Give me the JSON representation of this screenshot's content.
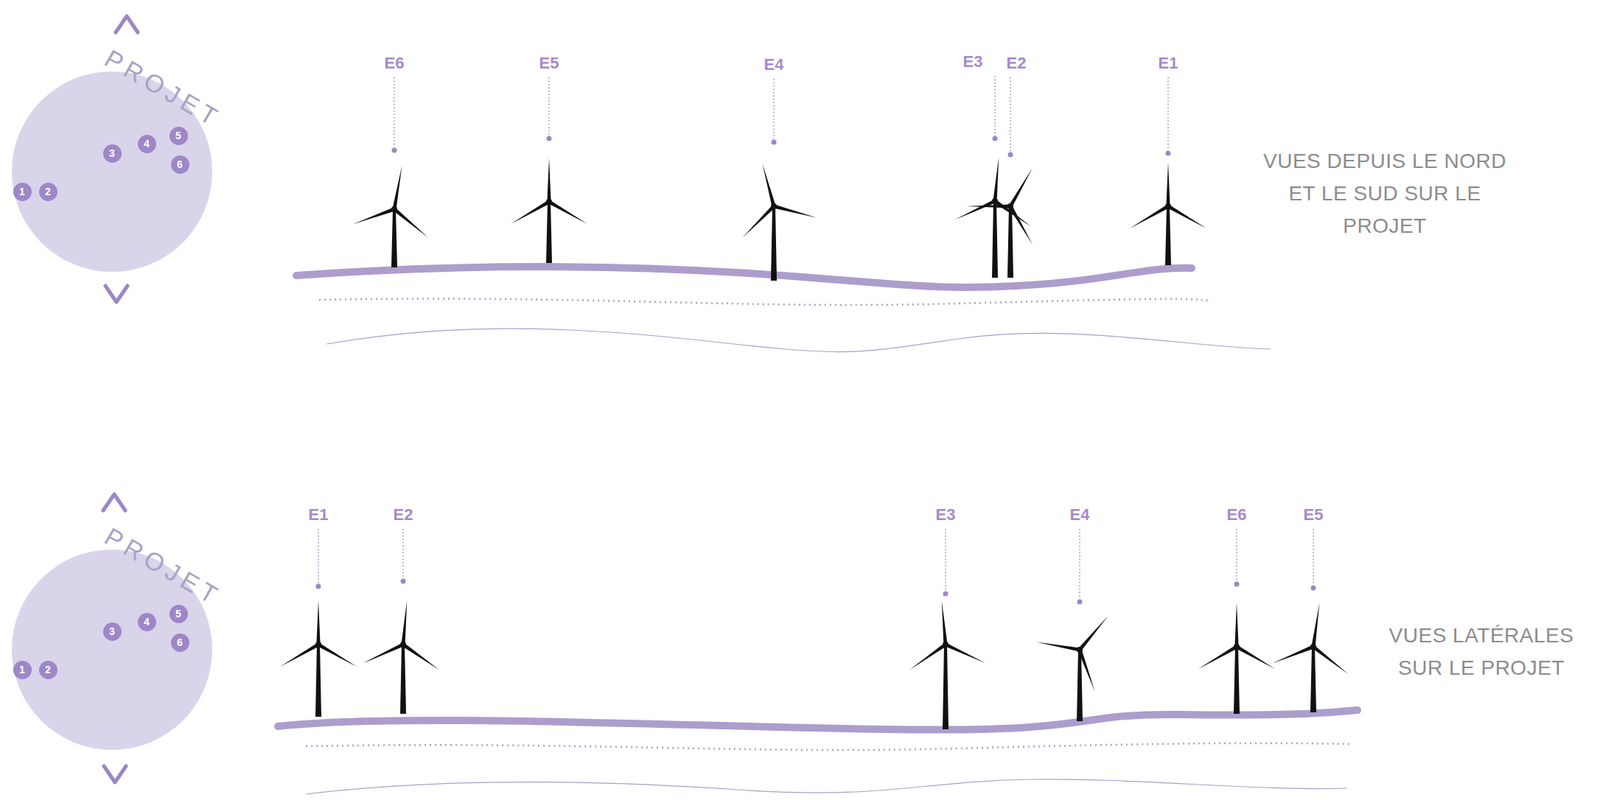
{
  "diagram": {
    "nodes": [
      {
        "text": [
          "PROJET"
        ]
      },
      {
        "text": [
          "1"
        ],
        "in": 0
      },
      {
        "text": [
          "2"
        ],
        "in": 0
      },
      {
        "text": [
          "3"
        ],
        "in": 0
      },
      {
        "text": [
          "4"
        ],
        "in": 0
      },
      {
        "text": [
          "5"
        ],
        "in": 0
      },
      {
        "text": [
          "6"
        ],
        "in": 0
      },
      {
        "text": [
          "PROJET"
        ]
      },
      {
        "text": [
          "1"
        ],
        "in": 7
      },
      {
        "text": [
          "2"
        ],
        "in": 7
      },
      {
        "text": [
          "3"
        ],
        "in": 7
      },
      {
        "text": [
          "4"
        ],
        "in": 7
      },
      {
        "text": [
          "5"
        ],
        "in": 7
      },
      {
        "text": [
          "6"
        ],
        "in": 7
      }
    ],
    "labels": [
      "E6",
      "E5",
      "E4",
      "E3",
      "E2",
      "E1",
      "VUES DEPUIS LE NORD ET LE SUD SUR LE PROJET",
      "E1",
      "E2",
      "E3",
      "E4",
      "E6",
      "E5",
      "VUES LATÉRALES SUR LE PROJET"
    ]
  }
}
